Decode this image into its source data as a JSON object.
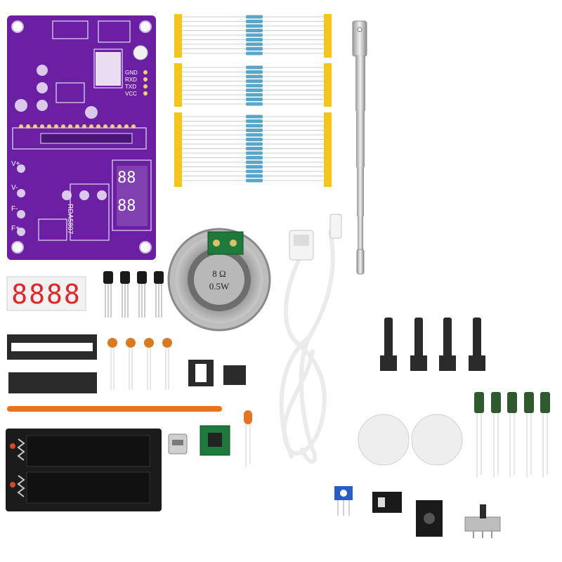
{
  "pcb": {
    "model_label": "RDA5807",
    "pin_labels": [
      "GND",
      "RXD",
      "TXD",
      "VCC"
    ],
    "side_labels": [
      "V+",
      "V-",
      "F-",
      "F+"
    ]
  },
  "speaker": {
    "impedance": "8 Ω",
    "power": "0.5W"
  },
  "display": {
    "digits": "8888"
  },
  "colors": {
    "pcb": "#6b1fa3",
    "resistor_tape": "#f5c518",
    "resistor_body": "#5aa6c8",
    "led": "#e8731f",
    "jumper_wire": "#e8731f",
    "segment_red": "#e0262b",
    "trimmer_blue": "#2a5cc7"
  }
}
